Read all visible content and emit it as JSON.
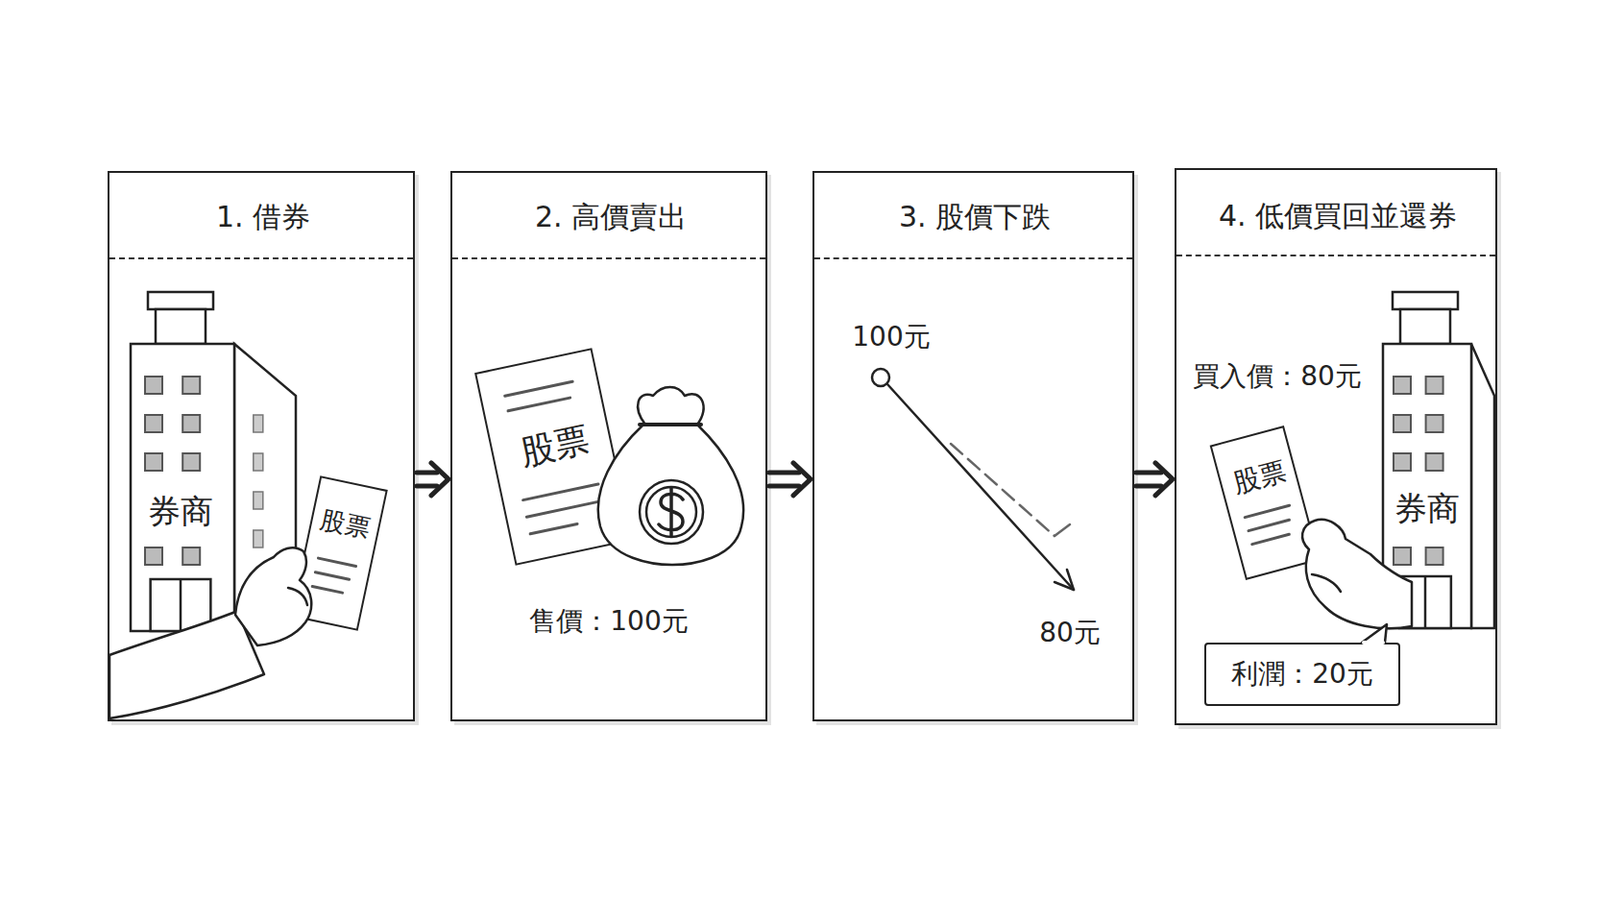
{
  "diagram": {
    "nodes": [
      {
        "text": [
          "1. 借券"
        ]
      },
      {
        "text": [
          "券商"
        ],
        "in": 0
      },
      {
        "text": [
          "股票"
        ],
        "in": 0
      },
      {
        "text": [
          "2. 高價賣出",
          "售價：100元"
        ]
      },
      {
        "text": [
          "股票"
        ],
        "in": 3
      },
      {
        "text": [
          "3. 股價下跌",
          "100元",
          "80元"
        ]
      },
      {
        "text": [
          "4. 低價買回並還券",
          "買入價：80元"
        ]
      },
      {
        "text": [
          "券商"
        ],
        "in": 6
      },
      {
        "text": [
          "股票"
        ],
        "in": 6
      },
      {
        "text": [
          "利潤：20元"
        ],
        "in": 6
      }
    ],
    "edges": [
      {
        "from": 0,
        "to": 3,
        "arrow": "to"
      },
      {
        "from": 3,
        "to": 5,
        "arrow": "to"
      },
      {
        "from": 5,
        "to": 6,
        "arrow": "to"
      }
    ]
  }
}
